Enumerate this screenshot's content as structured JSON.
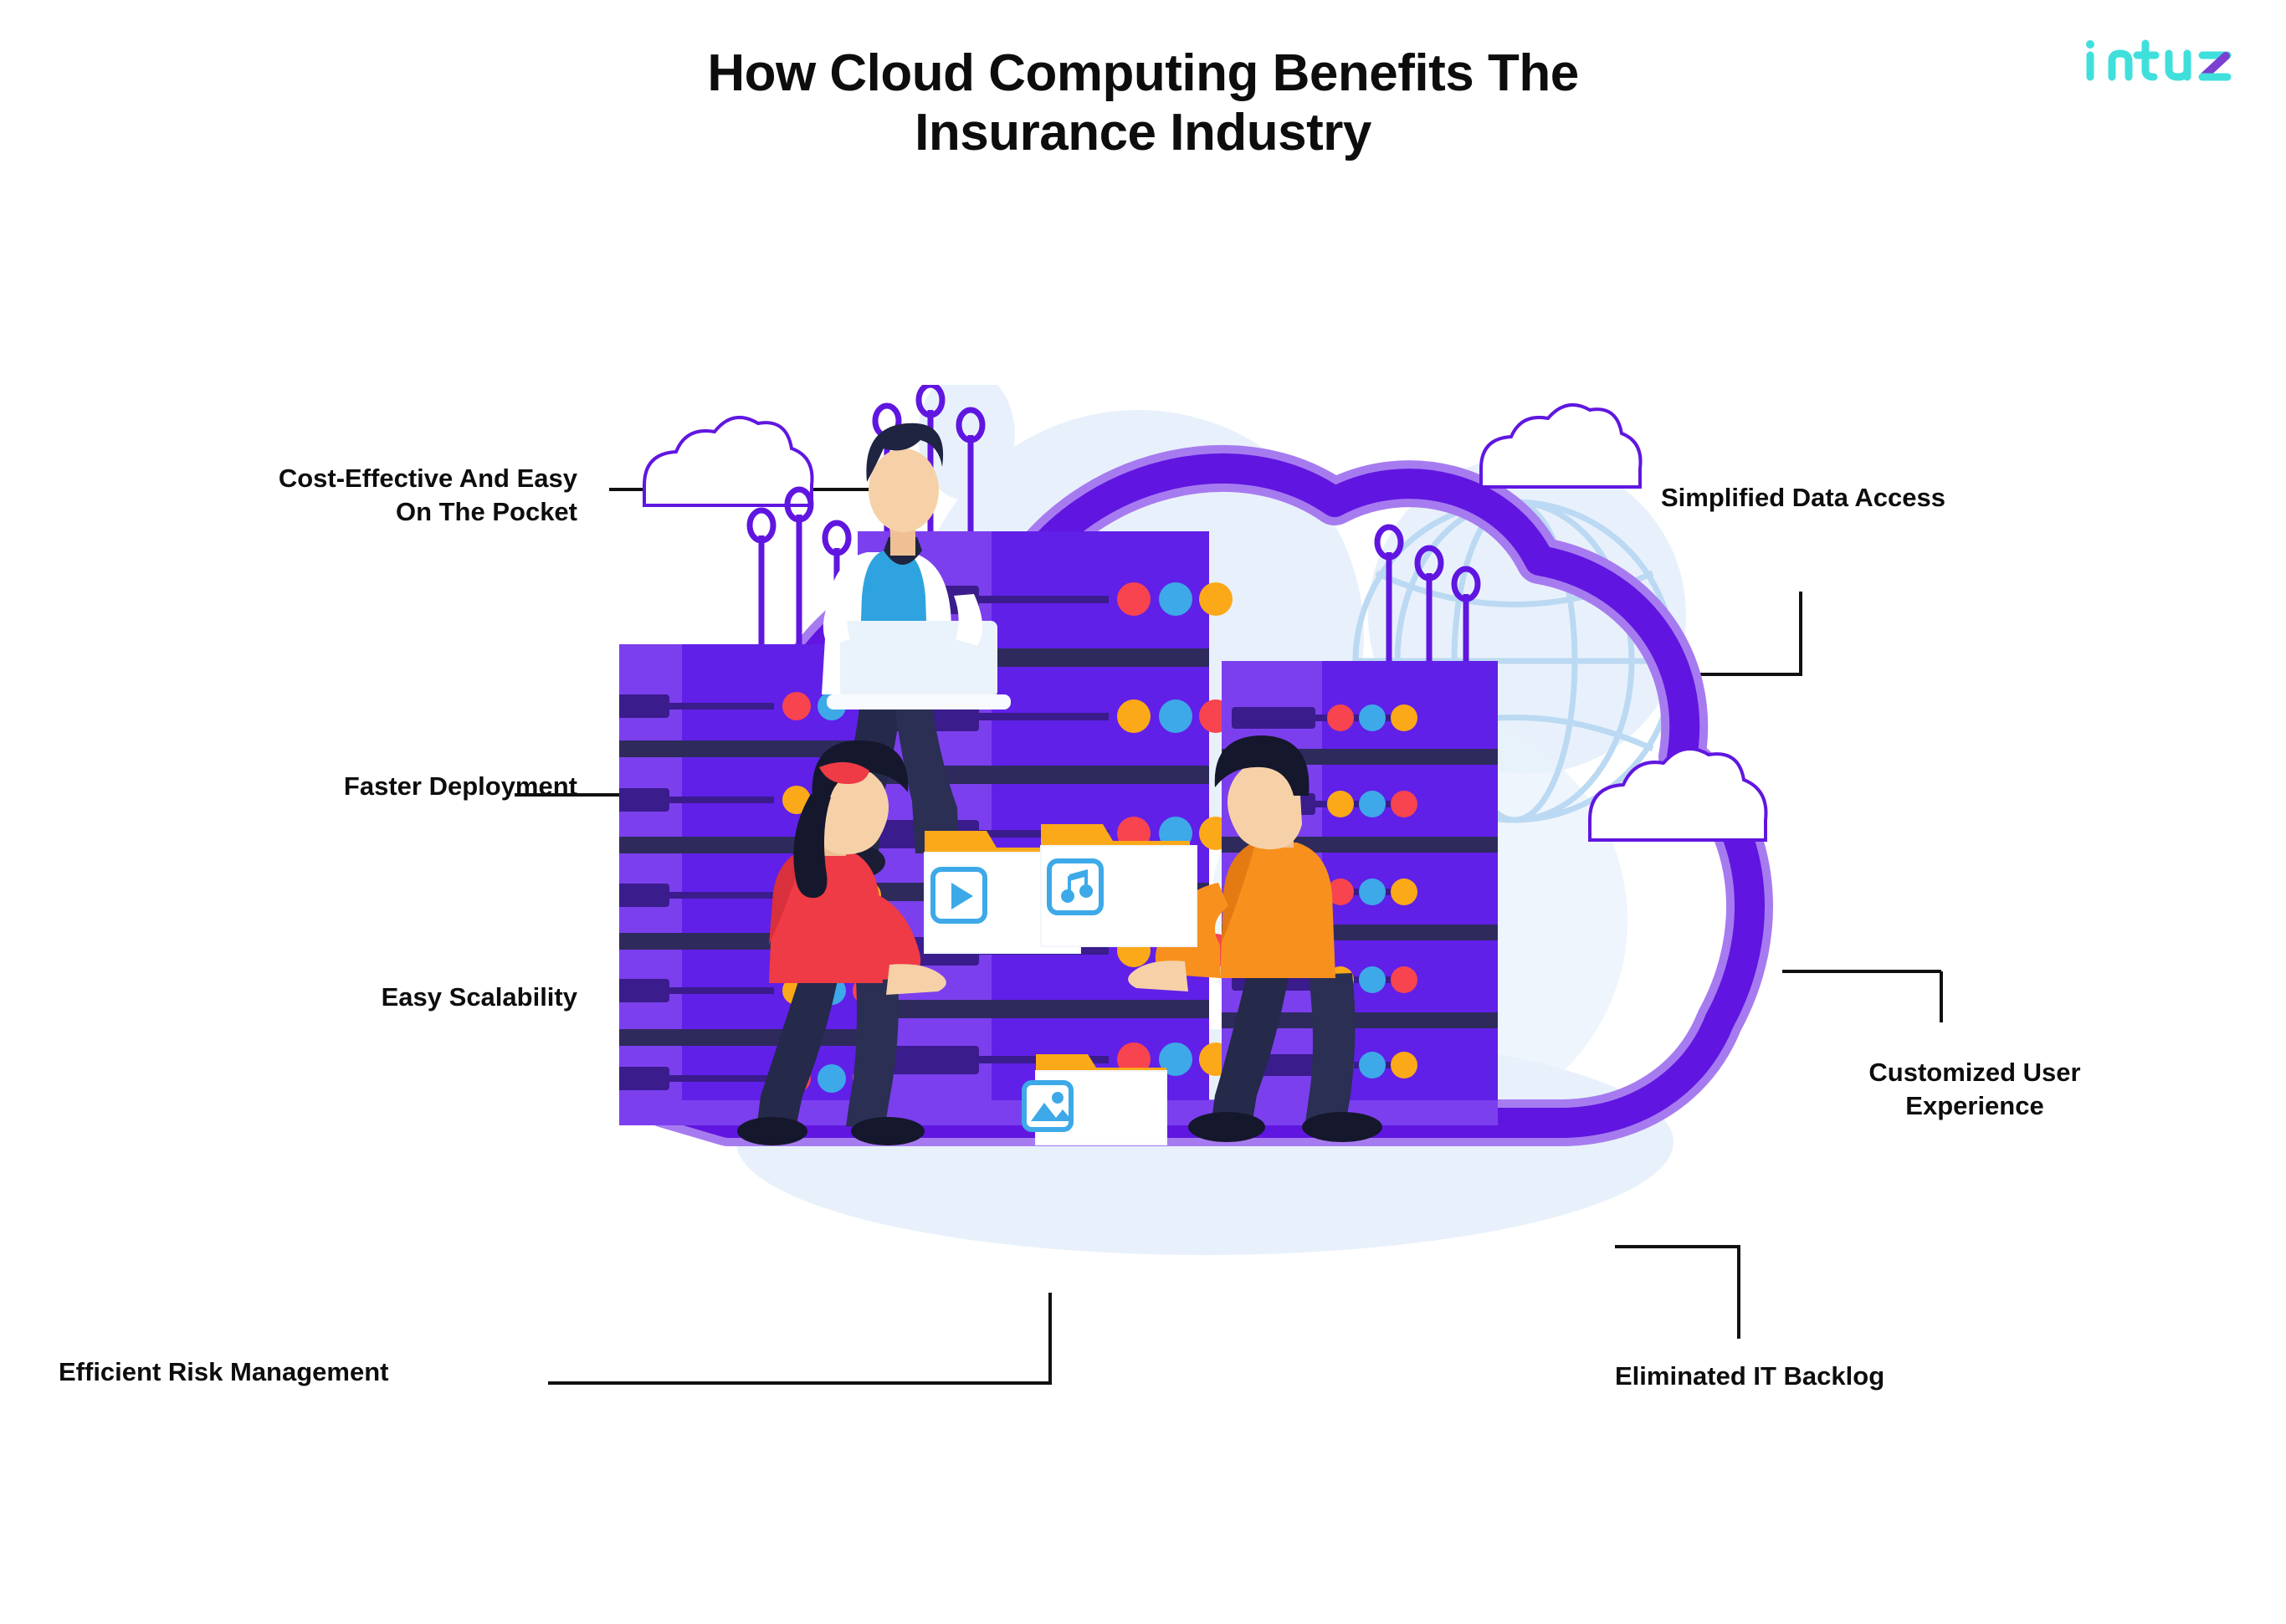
{
  "brand": {
    "logo_text": "intuz",
    "logo_color": "#3FE0DC",
    "logo_accent_color": "#7B3FD1"
  },
  "header": {
    "title_line1": "How Cloud Computing Benefits The",
    "title_line2": "Insurance Industry",
    "title_color": "#0d0d0d"
  },
  "benefits": [
    {
      "id": "cost-effective",
      "label": "Cost-Effective And Easy\nOn The Pocket",
      "side": "left"
    },
    {
      "id": "faster-deployment",
      "label": "Faster Deployment",
      "side": "left"
    },
    {
      "id": "easy-scalability",
      "label": "Easy Scalability",
      "side": "left"
    },
    {
      "id": "risk-management",
      "label": "Efficient Risk Management",
      "side": "left"
    },
    {
      "id": "data-access",
      "label": "Simplified Data Access",
      "side": "right"
    },
    {
      "id": "customized-ux",
      "label": "Customized User\nExperience",
      "side": "right"
    },
    {
      "id": "it-backlog",
      "label": "Eliminated IT Backlog",
      "side": "right"
    }
  ],
  "illustration": {
    "alt": "cloud computing data center illustration",
    "cloud_outline_color": "#6016E0",
    "cloud_rim_color": "#A77BF0",
    "server_purple": "#6020E8",
    "server_purple_light": "#7C3FEE",
    "server_bar_dark": "#2E2A5C",
    "server_bar_deep": "#3A1C8C",
    "background_blue": "#E8F1FB",
    "globe_line_color": "#BBD9F2",
    "led_red": "#F7444E",
    "led_blue": "#3DA9E8",
    "led_orange": "#FBA919",
    "skin_tone": "#F6D1A8",
    "hair_dark": "#1F2440",
    "shirt_blue": "#2EA3E0",
    "shirt_red": "#EE3B46",
    "shirt_orange": "#F8901D",
    "folder_tab": "#FBA919",
    "folder_body": "#FFFFFF",
    "icon_video": "video-play-icon",
    "icon_music": "music-note-icon",
    "icon_image": "image-photo-icon"
  },
  "connector_color": "#111111"
}
